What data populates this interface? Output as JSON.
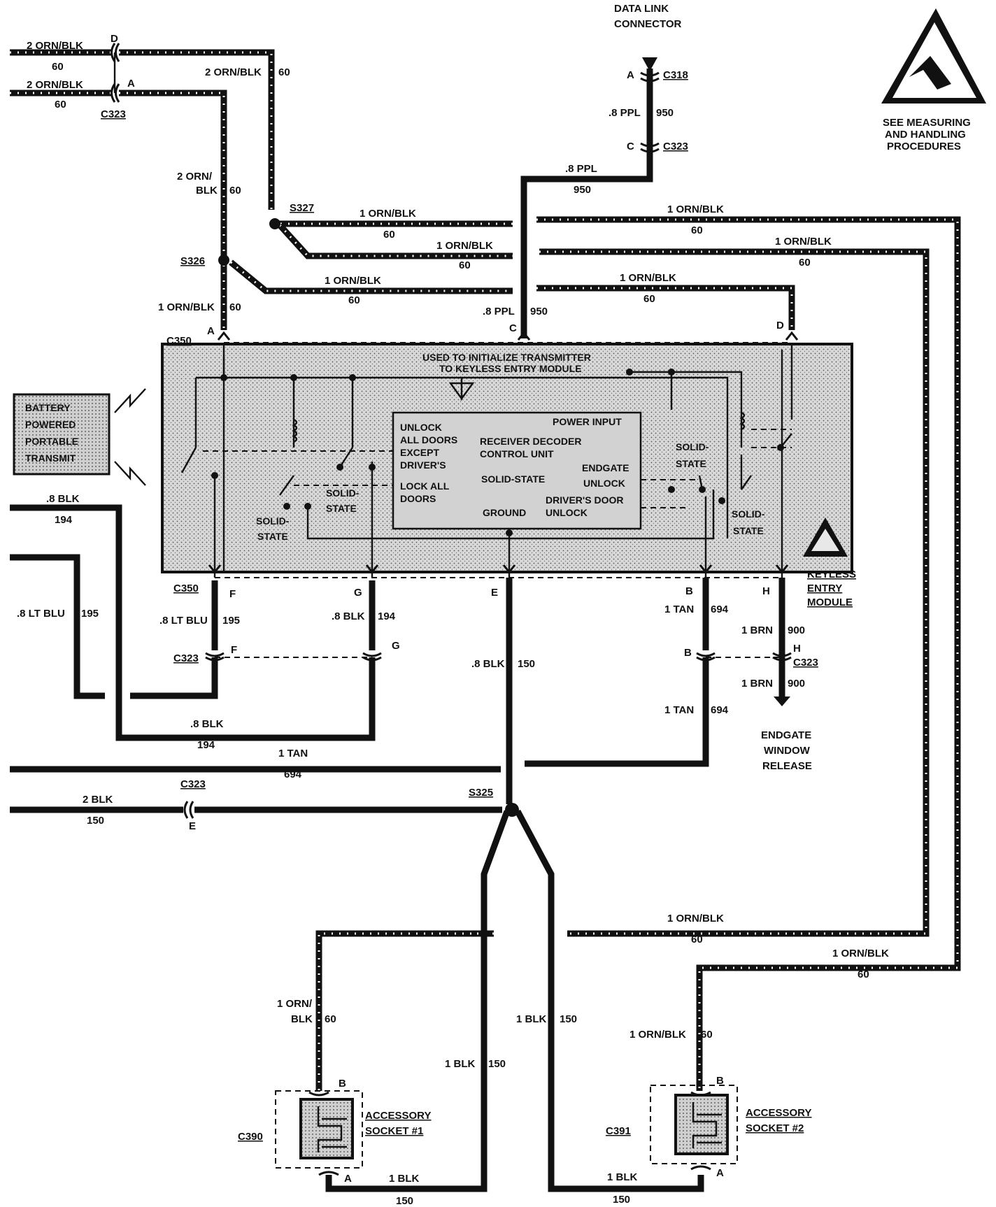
{
  "header": {
    "data_link_connector": [
      "DATA LINK",
      "CONNECTOR"
    ],
    "esd_note": [
      "SEE MEASURING",
      "AND HANDLING",
      "PROCEDURES"
    ]
  },
  "connectors": {
    "c323": "C323",
    "c318": "C318",
    "c350": "C350",
    "c390": "C390",
    "c391": "C391",
    "s325": "S325",
    "s326": "S326",
    "s327": "S327"
  },
  "pins": {
    "a": "A",
    "b": "B",
    "c": "C",
    "d": "D",
    "e": "E",
    "f": "F",
    "g": "G",
    "h": "H"
  },
  "wires": {
    "orn_blk_2": "2 ORN/BLK",
    "orn_blk_2_split": [
      "2 ORN/",
      "BLK"
    ],
    "orn_blk_1": "1 ORN/BLK",
    "orn_blk_1_split": [
      "1 ORN/",
      "BLK"
    ],
    "circuit_60": "60",
    "ppl_8": ".8 PPL",
    "circuit_950": "950",
    "blk_8": ".8 BLK",
    "circuit_194": "194",
    "lt_blu_8": ".8 LT BLU",
    "circuit_195": "195",
    "circuit_150": "150",
    "tan_1": "1 TAN",
    "circuit_694": "694",
    "brn_1": "1 BRN",
    "circuit_900": "900",
    "blk_2": "2 BLK",
    "blk_1": "1 BLK"
  },
  "module": {
    "init_note": [
      "USED TO INITIALIZE TRANSMITTER",
      "TO KEYLESS ENTRY MODULE"
    ],
    "unlock_all": [
      "UNLOCK",
      "ALL DOORS",
      "EXCEPT",
      "DRIVER'S"
    ],
    "lock_all": [
      "LOCK ALL",
      "DOORS"
    ],
    "receiver": [
      "RECEIVER DECODER",
      "CONTROL UNIT"
    ],
    "solid_state": "SOLID-STATE",
    "solid_state_split": [
      "SOLID-",
      "STATE"
    ],
    "power_input": "POWER INPUT",
    "ground": "GROUND",
    "endgate_unlock": [
      "ENDGATE",
      "UNLOCK"
    ],
    "drivers_door_unlock": [
      "DRIVER'S DOOR",
      "UNLOCK"
    ],
    "name": [
      "KEYLESS",
      "ENTRY",
      "MODULE"
    ]
  },
  "transmitter": [
    "BATTERY",
    "POWERED",
    "PORTABLE",
    "TRANSMIT"
  ],
  "endgate_release": [
    "ENDGATE",
    "WINDOW",
    "RELEASE"
  ],
  "socket1": [
    "ACCESSORY",
    "SOCKET #1"
  ],
  "socket2": [
    "ACCESSORY",
    "SOCKET #2"
  ]
}
